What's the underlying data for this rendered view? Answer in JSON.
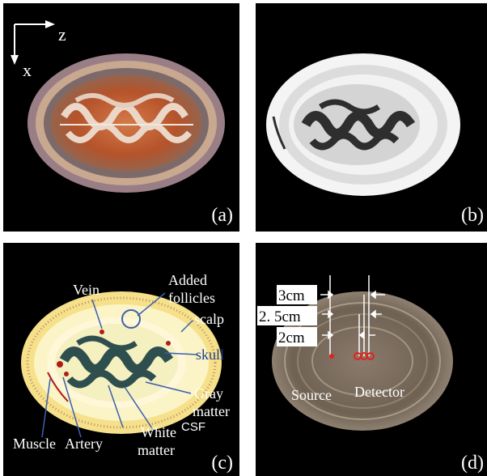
{
  "panels": {
    "a": {
      "tag": "(a)",
      "axes": {
        "horizontal": "z",
        "vertical": "x"
      }
    },
    "b": {
      "tag": "(b)"
    },
    "c": {
      "tag": "(c)",
      "labels": {
        "vein": "Vein",
        "added_follicles_1": "Added",
        "added_follicles_2": "follicles",
        "scalp": "scalp",
        "skull": "skull",
        "gray_matter_1": "Gray",
        "gray_matter_2": "matter",
        "csf": "CSF",
        "white_matter_1": "White",
        "white_matter_2": "matter",
        "muscle": "Muscle",
        "artery": "Artery"
      }
    },
    "d": {
      "tag": "(d)",
      "labels": {
        "dist_3": "3cm",
        "dist_25": "2. 5cm",
        "dist_2": "2cm",
        "source": "Source",
        "detector": "Detector"
      }
    }
  },
  "colors": {
    "background": "#000000",
    "text": "#ffffff",
    "panel_c_text": "#1f3f8a",
    "scalp": "#f6e08a",
    "skull": "#fbf4c6",
    "brain": "#2f4f4f",
    "source_dot": "#e0231c"
  }
}
